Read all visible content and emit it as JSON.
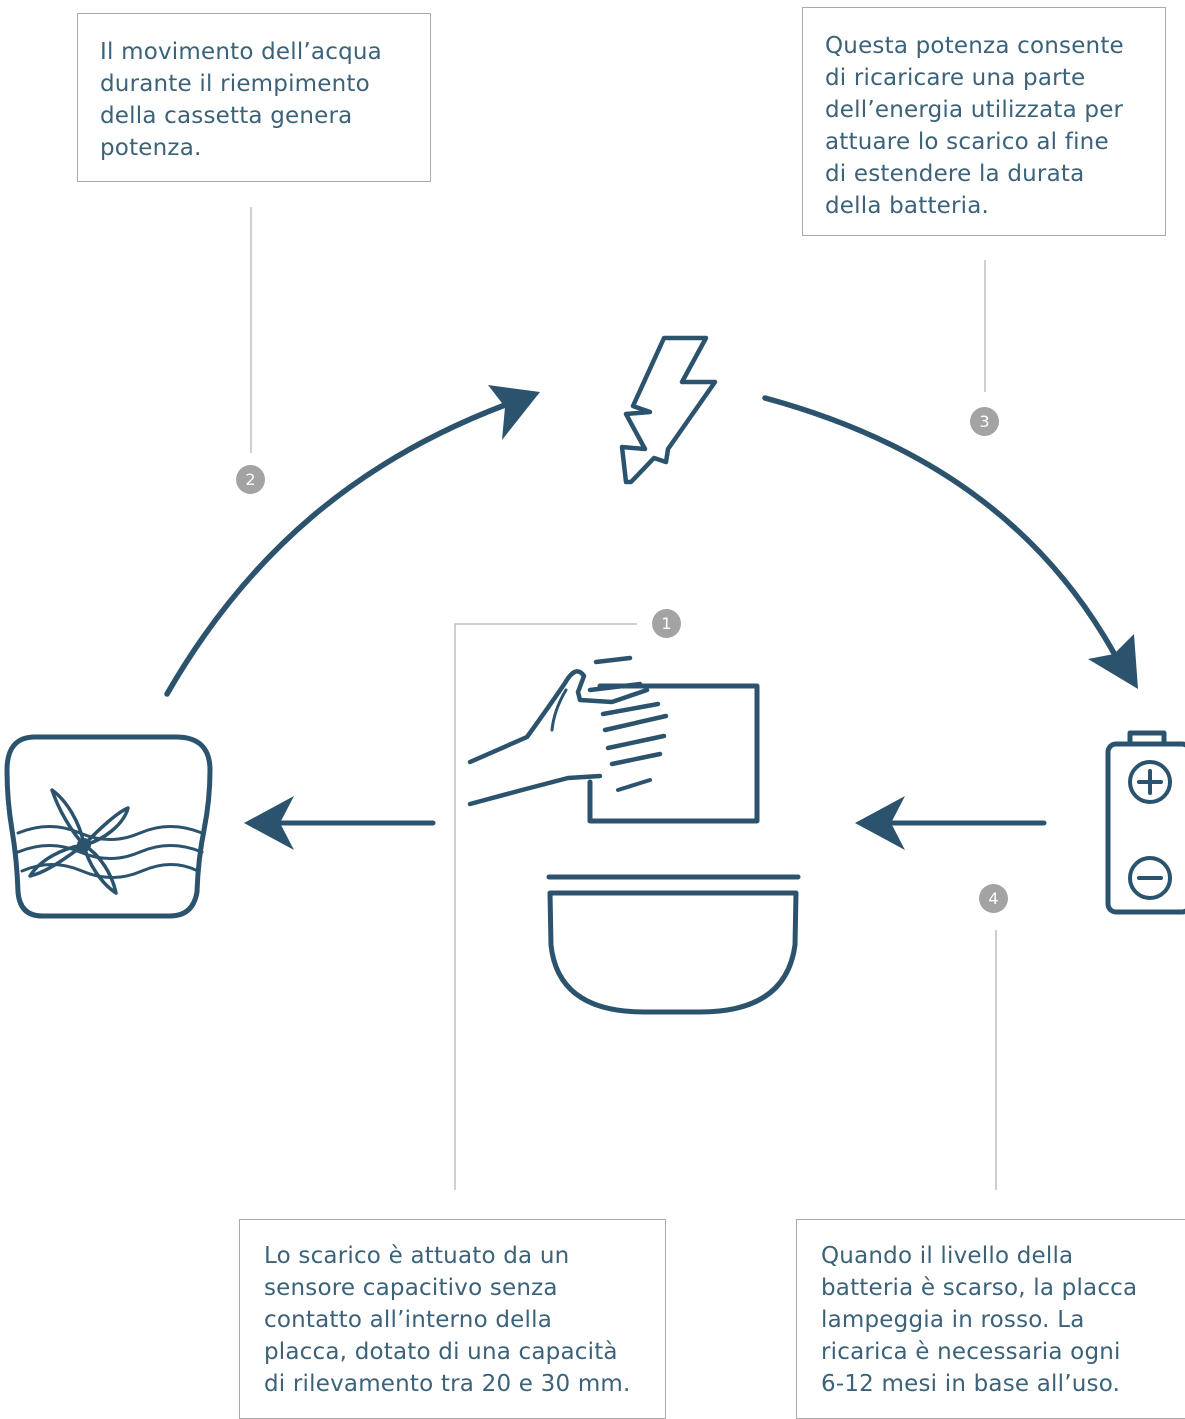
{
  "steps": [
    {
      "number": "1",
      "text": "Lo scarico è attuato da un\nsensore capacitivo senza\ncontatto all’interno della\nplacca, dotato di una capacità\ndi rilevamento tra 20 e 30 mm."
    },
    {
      "number": "2",
      "text": "Il movimento dell’acqua\ndurante il riempimento\ndella cassetta genera\npotenza."
    },
    {
      "number": "3",
      "text": "Questa potenza consente\ndi ricaricare una parte\ndell’energia utilizzata per\nattuare lo scarico al fine\ndi estendere la durata\ndella batteria."
    },
    {
      "number": "4",
      "text": "Quando il livello della\nbatteria è scarso, la placca\nlampeggia in rosso. La\nricarica è necessaria ogni\n6-12 mesi in base all’uso."
    }
  ],
  "colors": {
    "icon": "#2b536e",
    "leader": "#b5b5b5",
    "badge": "#a3a3a3",
    "text": "#3b6279",
    "border": "#a9a9a9"
  },
  "icons": [
    "hand-sensor-icon",
    "toilet-bowl-icon",
    "water-turbine-icon",
    "lightning-icon",
    "battery-icon"
  ]
}
